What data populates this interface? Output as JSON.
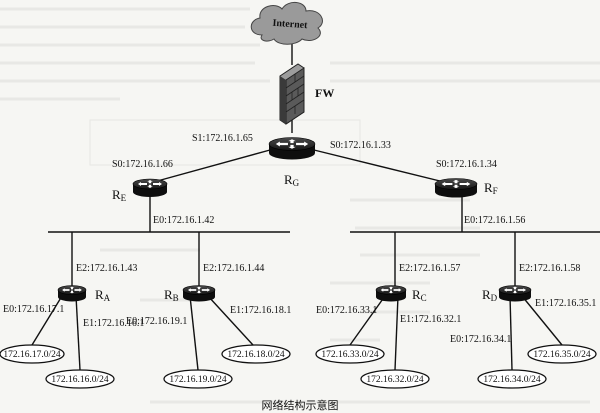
{
  "caption": "网络结构示意图",
  "internet": {
    "label": "Internet"
  },
  "firewall": {
    "label": "FW"
  },
  "routers": {
    "RG": {
      "name": "R",
      "sub": "G"
    },
    "RE": {
      "name": "R",
      "sub": "E"
    },
    "RF": {
      "name": "R",
      "sub": "F"
    },
    "RA": {
      "name": "R",
      "sub": "A"
    },
    "RB": {
      "name": "R",
      "sub": "B"
    },
    "RC": {
      "name": "R",
      "sub": "C"
    },
    "RD": {
      "name": "R",
      "sub": "D"
    }
  },
  "interfaces": {
    "rg_s1": "S1:172.16.1.65",
    "rg_s0": "S0:172.16.1.33",
    "re_s0": "S0:172.16.1.66",
    "rf_s0": "S0:172.16.1.34",
    "re_e0": "E0:172.16.1.42",
    "rf_e0": "E0:172.16.1.56",
    "ra_e2": "E2:172.16.1.43",
    "rb_e2": "E2:172.16.1.44",
    "rc_e2": "E2:172.16.1.57",
    "rd_e2": "E2:172.16.1.58",
    "ra_e0": "E0:172.16.17.1",
    "ra_e1": "E1:172.16.16.1",
    "rb_e0": "E0:172.16.19.1",
    "rb_e1": "E1:172.16.18.1",
    "rc_e0": "E0:172.16.33.1",
    "rc_e1": "E1:172.16.32.1",
    "rd_e0": "E0:172.16.34.1",
    "rd_e1": "E1:172.16.35.1"
  },
  "subnets": {
    "n17": "172.16.17.0/24",
    "n16": "172.16.16.0/24",
    "n19": "172.16.19.0/24",
    "n18": "172.16.18.0/24",
    "n33": "172.16.33.0/24",
    "n32": "172.16.32.0/24",
    "n34": "172.16.34.0/24",
    "n35": "172.16.35.0/24"
  }
}
